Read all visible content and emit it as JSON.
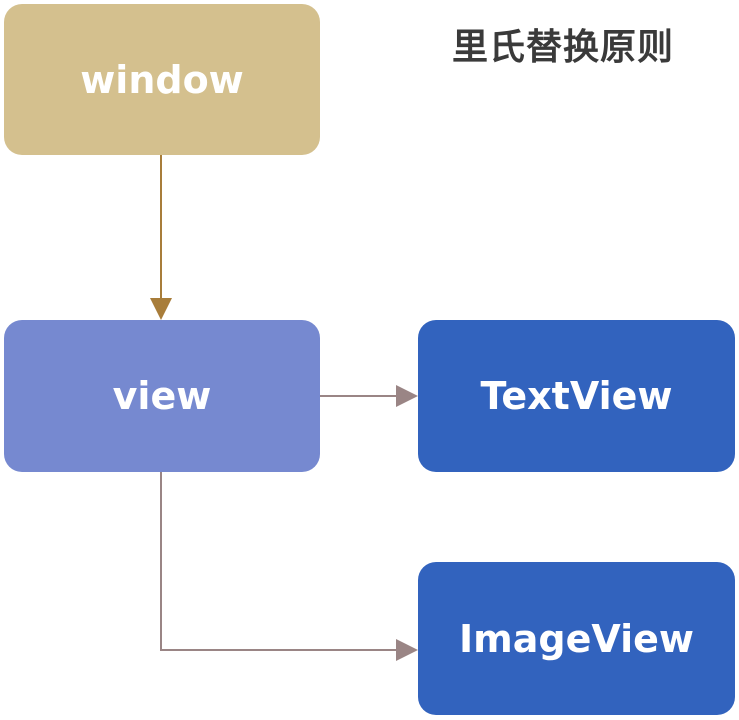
{
  "title": "里氏替换原则",
  "nodes": {
    "window": {
      "label": "window",
      "color": "#d4c08e"
    },
    "view": {
      "label": "view",
      "color": "#7689d0"
    },
    "textview": {
      "label": "TextView",
      "color": "#3263be"
    },
    "imageview": {
      "label": "ImageView",
      "color": "#3263be"
    }
  },
  "edges": [
    {
      "from": "window",
      "to": "view",
      "color": "#a87d3a"
    },
    {
      "from": "view",
      "to": "TextView",
      "color": "#9a8585"
    },
    {
      "from": "view",
      "to": "ImageView",
      "color": "#9a8585"
    }
  ]
}
